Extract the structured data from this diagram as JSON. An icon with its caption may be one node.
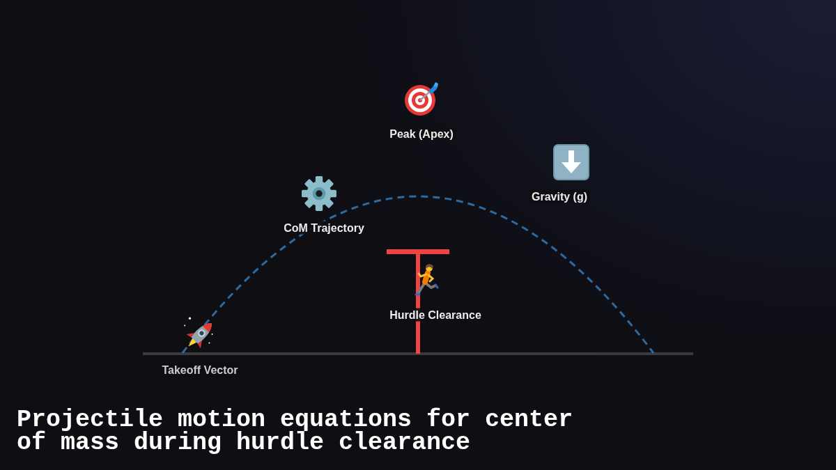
{
  "diagram": {
    "title": "Projectile motion equations for center of mass during hurdle clearance",
    "labels": [
      "Peak (Apex)",
      "Gravity (g)",
      "CoM Trajectory",
      "Hurdle Clearance",
      "Takeoff Vector"
    ]
  }
}
